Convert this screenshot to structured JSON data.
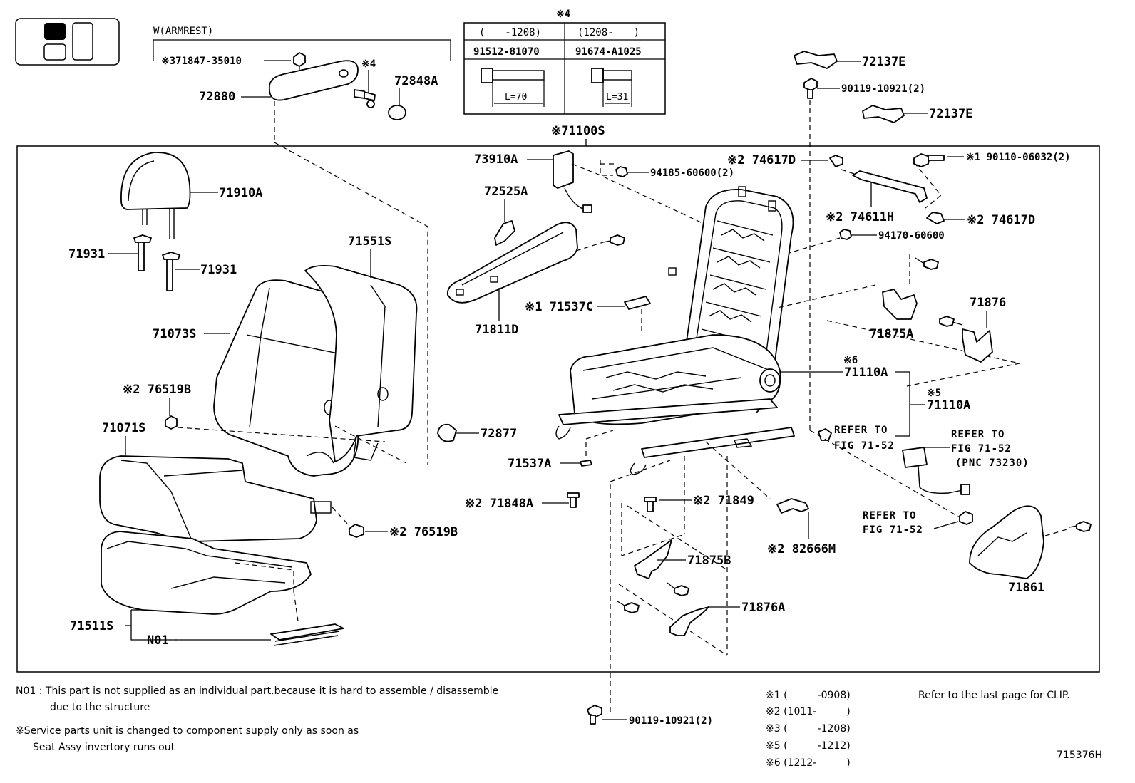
{
  "diagram": {
    "armrest_header": "W(ARMREST)",
    "sub_box_header": "※4",
    "sub_box": {
      "col1_range": "(　　-1208)",
      "col2_range": "(1208-　　)",
      "col1_part": "91512-81070",
      "col2_part": "91674-A1025",
      "col1_length": "L=70",
      "col2_length": "L=31"
    },
    "assembly_label": "※71100S",
    "labels": {
      "p371847": "※371847-35010",
      "p72880": "72880",
      "p4": "※4",
      "p72848A": "72848A",
      "p72137E_top": "72137E",
      "p90119_top": "90119-10921(2)",
      "p72137E_mid": "72137E",
      "p73910A": "73910A",
      "p94185": "94185-60600(2)",
      "p74617D_a": "※2 74617D",
      "p90110": "※1 90110-06032(2)",
      "p71910A": "71910A",
      "p72525A": "72525A",
      "p74611H": "※2 74611H",
      "p74617D_b": "※2 74617D",
      "p94170": "94170-60600",
      "p71931_a": "71931",
      "p71931_b": "71931",
      "p71551S": "71551S",
      "p71537C": "※1 71537C",
      "p71876": "71876",
      "p71811D": "71811D",
      "p71073S": "71073S",
      "p71875A": "71875A",
      "p6": "※6",
      "p71110A_a": "71110A",
      "p76519B_a": "※2 76519B",
      "p5": "※5",
      "p71110A_b": "71110A",
      "p71071S": "71071S",
      "p72877": "72877",
      "refer1a": "REFER TO",
      "refer1b": "FIG 71-52",
      "refer2a": "REFER TO",
      "refer2b": "FIG 71-52",
      "refer2c": "(PNC 73230)",
      "p71537A": "71537A",
      "p71848A": "※2 71848A",
      "p71849": "※2 71849",
      "refer3a": "REFER TO",
      "refer3b": "FIG 71-52",
      "p76519B_b": "※2 76519B",
      "p82666M": "※2 82666M",
      "p71875B": "71875B",
      "p71861": "71861",
      "p71876A": "71876A",
      "p71511S": "71511S",
      "pN01": "N01",
      "p90119_bottom": "90119-10921(2)"
    }
  },
  "notes": {
    "n01_line1": "N01 : This part is not supplied as an individual part.because it is hard to assemble / disassemble",
    "n01_line2": "due to the structure",
    "service_line1": "※Service parts unit is changed to component supply only as soon as",
    "service_line2": "Seat Assy invertory runs out"
  },
  "legend": {
    "l1": "※1 (　　　-0908)",
    "l2": "※2 (1011-　　　)",
    "l3": "※3 (　　　-1208)",
    "l5": "※5 (　　　-1212)",
    "l6": "※6 (1212-　　　)"
  },
  "clip_note": "Refer to the last page for CLIP.",
  "figure_id": "715376H"
}
